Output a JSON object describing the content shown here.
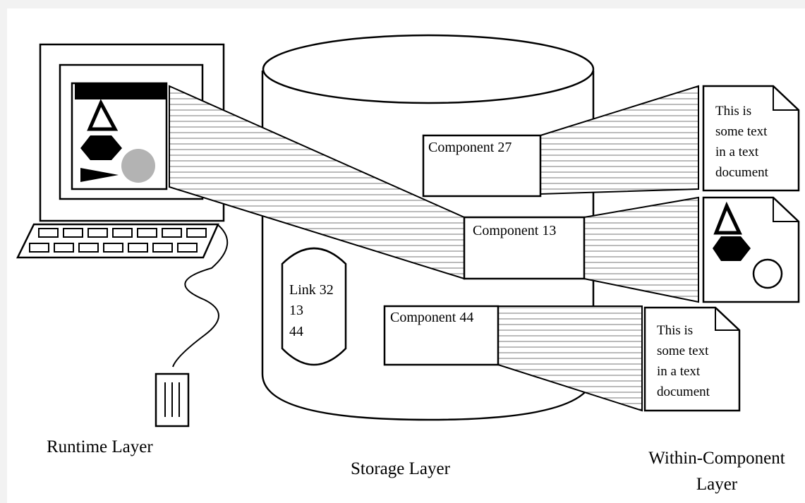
{
  "layers": {
    "runtime": "Runtime Layer",
    "storage": "Storage Layer",
    "within_line1": "Within-Component",
    "within_line2": "Layer"
  },
  "components": {
    "c27": "Component 27",
    "c13": "Component 13",
    "c44": "Component 44"
  },
  "link": {
    "line1": "Link 32",
    "line2": "13",
    "line3": "44"
  },
  "documents": {
    "doc_top": [
      "This is",
      "some text",
      "in a text",
      "document"
    ],
    "doc_bottom": [
      "This is",
      "some text",
      "in a text",
      "document"
    ]
  },
  "colors": {
    "circle_fill": "#b3b3b3",
    "frame_bg": "#f2f2f2"
  }
}
